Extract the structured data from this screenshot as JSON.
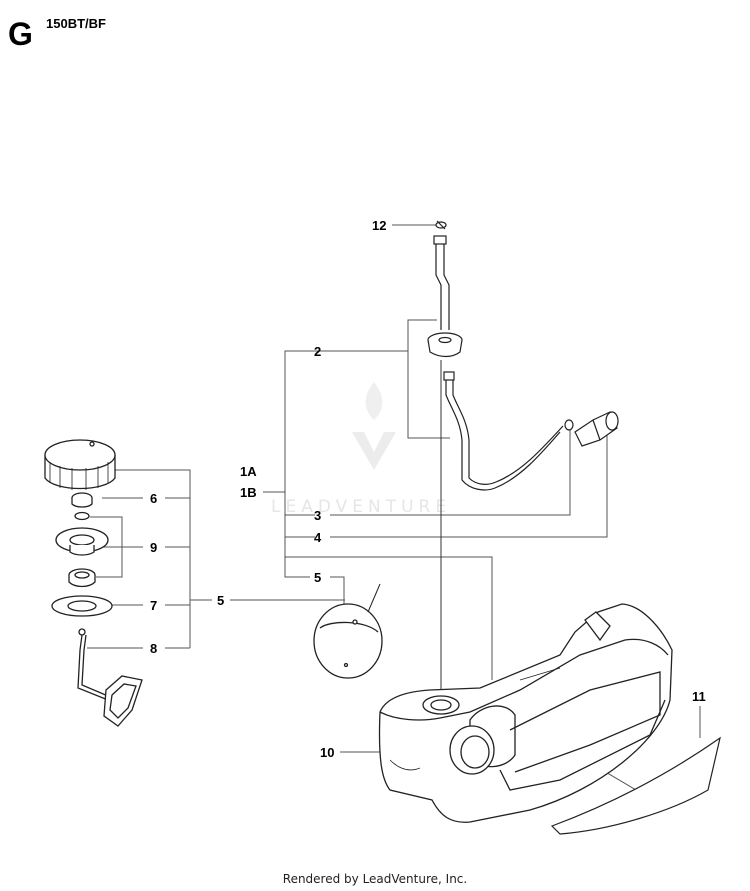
{
  "header": {
    "section_letter": "G",
    "model": "150BT/BF"
  },
  "watermark": {
    "text": "LEADVENTURE"
  },
  "callouts": {
    "c12": "12",
    "c2": "2",
    "c1a": "1A",
    "c1b": "1B",
    "c3": "3",
    "c4": "4",
    "c5a": "5",
    "c5b": "5",
    "c6": "6",
    "c9": "9",
    "c7": "7",
    "c8": "8",
    "c10": "10",
    "c11": "11"
  },
  "footer": {
    "text": "Rendered by LeadVenture, Inc."
  },
  "colors": {
    "line": "#555555",
    "outline": "#222222",
    "watermark": "#e6e6e6"
  }
}
